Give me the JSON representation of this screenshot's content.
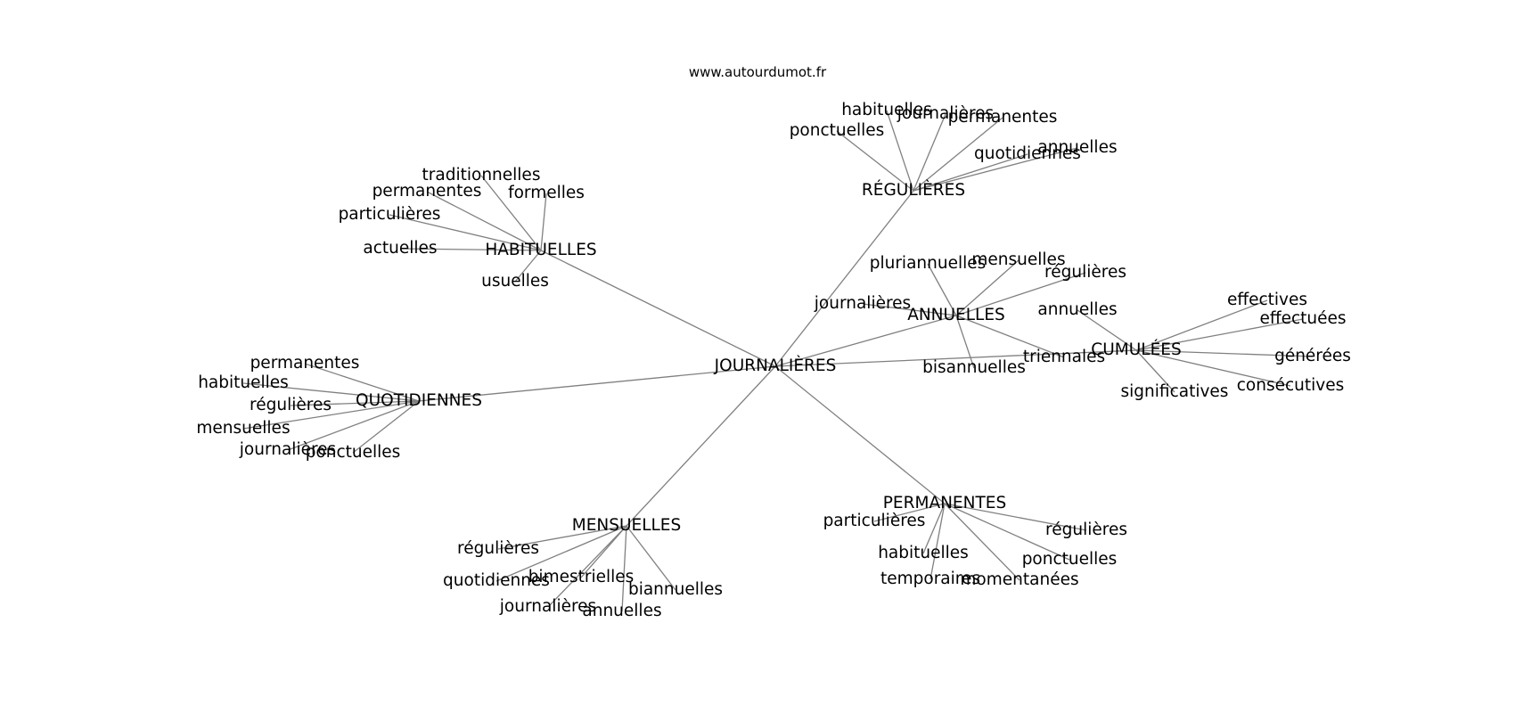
{
  "watermark": "www.autourdumot.fr",
  "root": "JOURNALIÈRES",
  "clusters": [
    {
      "id": "regulieres",
      "label": "RÉGULIÈRES",
      "children": [
        "habituelles",
        "journalières",
        "permanentes",
        "ponctuelles",
        "quotidiennes",
        "annuelles"
      ]
    },
    {
      "id": "habituelles",
      "label": "HABITUELLES",
      "children": [
        "traditionnelles",
        "permanentes",
        "formelles",
        "particulières",
        "actuelles",
        "usuelles"
      ]
    },
    {
      "id": "annuelles",
      "label": "ANNUELLES",
      "children": [
        "pluriannuelles",
        "mensuelles",
        "régulières",
        "journalières",
        "bisannuelles",
        "triennales"
      ]
    },
    {
      "id": "cumulees",
      "label": "CUMULÉES",
      "children": [
        "effectives",
        "effectuées",
        "annuelles",
        "générées",
        "consécutives",
        "significatives"
      ]
    },
    {
      "id": "quotidiennes",
      "label": "QUOTIDIENNES",
      "children": [
        "permanentes",
        "habituelles",
        "régulières",
        "mensuelles",
        "journalières",
        "ponctuelles"
      ]
    },
    {
      "id": "mensuelles",
      "label": "MENSUELLES",
      "children": [
        "régulières",
        "quotidiennes",
        "bimestrielles",
        "biannuelles",
        "journalières",
        "annuelles"
      ]
    },
    {
      "id": "permanentes",
      "label": "PERMANENTES",
      "children": [
        "particulières",
        "régulières",
        "habituelles",
        "ponctuelles",
        "temporaires",
        "momentanées"
      ]
    }
  ]
}
